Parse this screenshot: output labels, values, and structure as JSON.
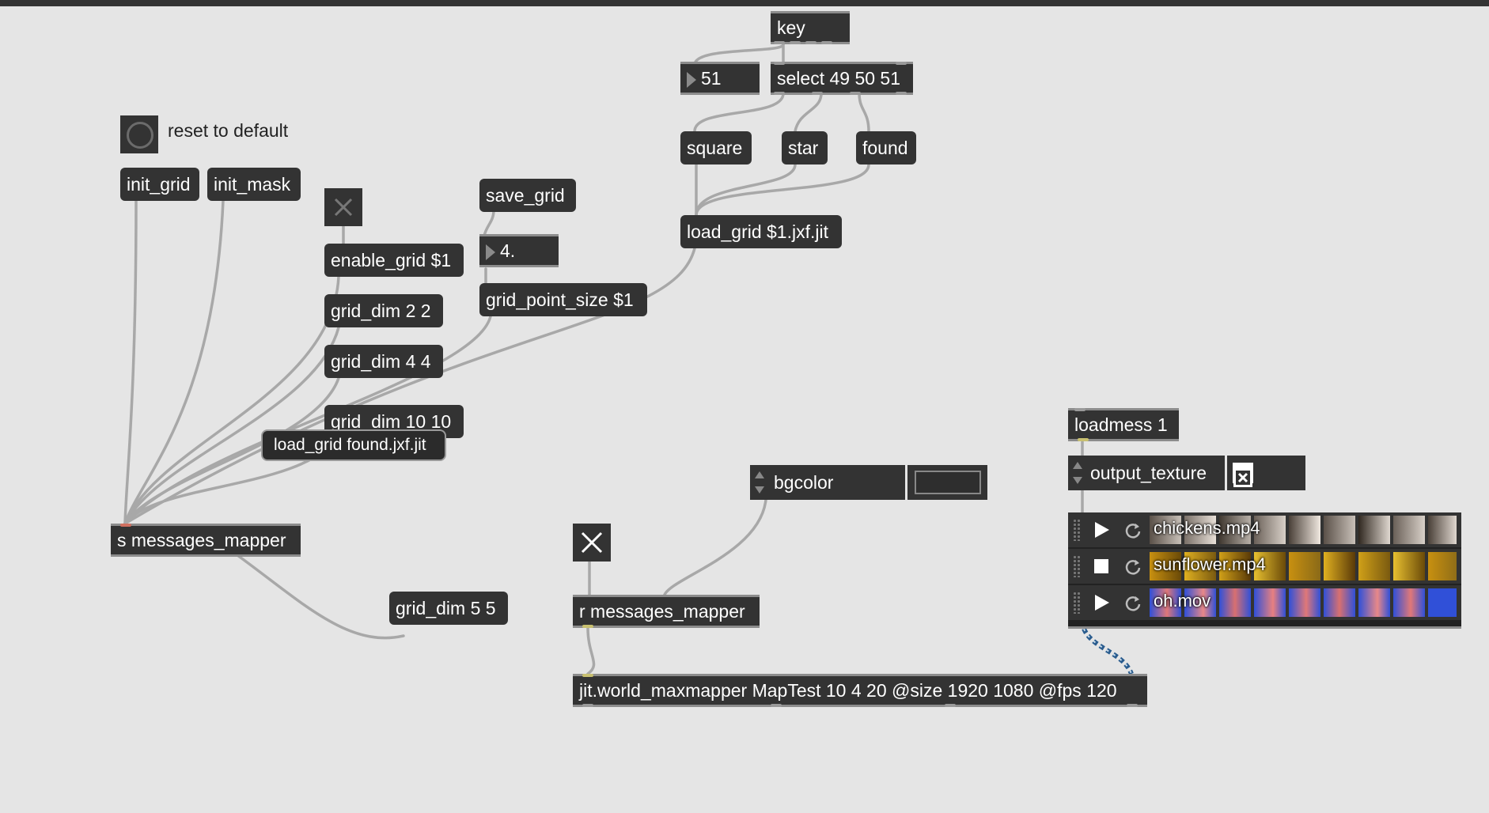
{
  "objects": {
    "key": "key",
    "number_51": "51",
    "select": "select 49 50 51",
    "square": "square",
    "star": "star",
    "found": "found",
    "load_grid": "load_grid $1.jxf.jit",
    "reset_comment": "reset to default",
    "init_grid": "init_grid",
    "init_mask": "init_mask",
    "save_grid": "save_grid",
    "number_4": "4.",
    "enable_grid": "enable_grid $1",
    "grid_dim_2": "grid_dim 2 2",
    "grid_point_size": "grid_point_size $1",
    "grid_dim_4": "grid_dim 4 4",
    "grid_dim_10": "grid_dim 10 10",
    "s_messages": "s messages_mapper",
    "grid_dim_5": "grid_dim 5 5",
    "bgcolor": "bgcolor",
    "r_messages": "r messages_mapper",
    "jit_world": "jit.world_maxmapper MapTest 10 4 20 @size 1920 1080 @fps 120",
    "loadmess": "loadmess 1",
    "output_texture": "output_texture"
  },
  "tooltip": "load_grid found.jxf.jit",
  "playlist": [
    {
      "name": "chickens.mp4",
      "state": "play"
    },
    {
      "name": "sunflower.mp4",
      "state": "stop"
    },
    {
      "name": "oh.mov",
      "state": "play"
    }
  ],
  "colors": {
    "canvas": "#e5e5e5",
    "object": "#333333",
    "cable": "#a8a8a8",
    "jitter_cable": "#2f6fb0"
  }
}
